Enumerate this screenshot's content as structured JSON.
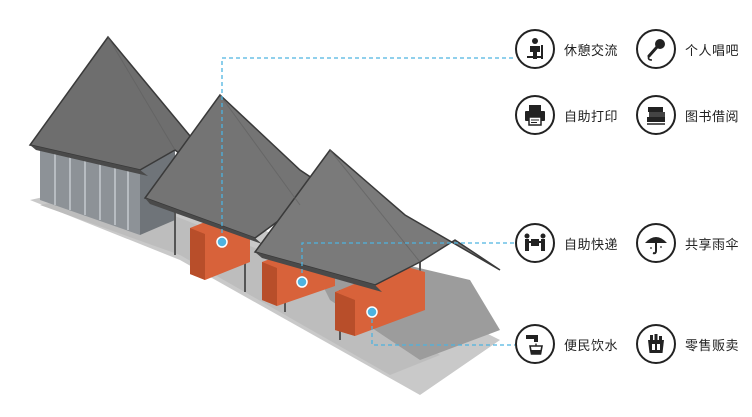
{
  "features": [
    {
      "id": "lounge",
      "label": "休憩交流",
      "icon": "person-reading-chair-icon"
    },
    {
      "id": "karaoke",
      "label": "个人唱吧",
      "icon": "microphone-icon"
    },
    {
      "id": "print",
      "label": "自助打印",
      "icon": "printer-icon"
    },
    {
      "id": "books",
      "label": "图书借阅",
      "icon": "books-icon"
    },
    {
      "id": "courier",
      "label": "自助快递",
      "icon": "parcel-handover-icon"
    },
    {
      "id": "umbrella",
      "label": "共享雨伞",
      "icon": "umbrella-icon"
    },
    {
      "id": "water",
      "label": "便民饮水",
      "icon": "water-tap-cup-icon"
    },
    {
      "id": "vending",
      "label": "零售贩卖",
      "icon": "vending-snacks-icon"
    }
  ],
  "colors": {
    "roof": "#6e6e6e",
    "roof_edge": "#3a3a3a",
    "wall": "#8a8e92",
    "floor": "#c3c3c3",
    "shadow": "#9a9a9a",
    "panel": "#d8623a",
    "leader": "#4db3e0",
    "icon_stroke": "#222222"
  }
}
